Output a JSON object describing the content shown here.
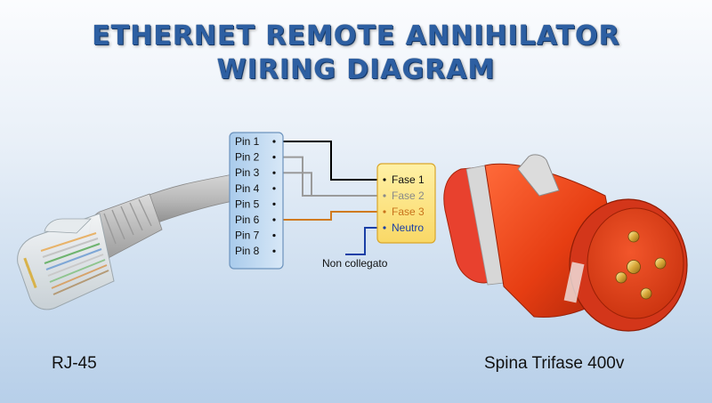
{
  "title": {
    "line1": "ETHERNET REMOTE ANNIHILATOR",
    "line2": "WIRING DIAGRAM"
  },
  "rj45_pins": [
    "Pin 1",
    "Pin 2",
    "Pin 3",
    "Pin 4",
    "Pin 5",
    "Pin 6",
    "Pin 7",
    "Pin 8"
  ],
  "plug_terminals": [
    {
      "label": "Fase 1",
      "color": "#111111"
    },
    {
      "label": "Fase 2",
      "color": "#8a8a8a"
    },
    {
      "label": "Fase 3",
      "color": "#c8731c"
    },
    {
      "label": "Neutro",
      "color": "#1a3fa6"
    }
  ],
  "connections": [
    {
      "from": "Pin 1",
      "to": "Fase 1",
      "color": "#000000"
    },
    {
      "from": "Pin 2",
      "to": "Fase 2",
      "color": "#9a9a9a"
    },
    {
      "from": "Pin 3",
      "to": "Fase 2",
      "color": "#9a9a9a"
    },
    {
      "from": "Pin 6",
      "to": "Fase 3",
      "color": "#d07a20"
    }
  ],
  "neutral_note": "Non collegato",
  "labels": {
    "left": "RJ-45",
    "right": "Spina Trifase 400v"
  },
  "colors": {
    "pin_box_fill": "#c6ddf3",
    "pin_box_stroke": "#6c93bd",
    "terminal_box_fill": "#fde68a",
    "terminal_box_stroke": "#d9a62b",
    "title": "#2d5fa2"
  }
}
